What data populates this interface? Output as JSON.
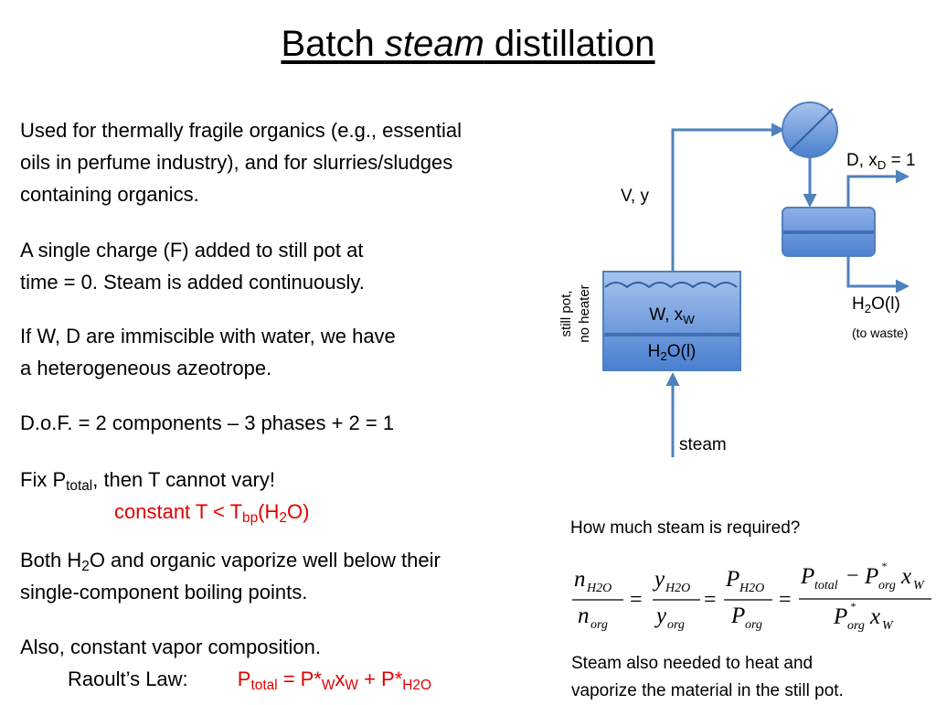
{
  "title": {
    "prefix": "Batch ",
    "italic": "steam",
    "suffix": " distillation"
  },
  "bullets": {
    "b1": {
      "line1": "Used for thermally fragile organics (e.g., essential",
      "line2": "oils in perfume industry), and for slurries/sludges",
      "line3": "containing organics."
    },
    "b2": {
      "line1": "A single charge (F) added to still pot at",
      "line2": "time = 0. Steam is added continuously."
    },
    "b3": {
      "line1": "If W, D are immiscible with water, we have",
      "line2": "a heterogeneous azeotrope."
    },
    "b4": {
      "line1": "D.o.F. = 2 components – 3 phases + 2 = 1"
    },
    "b5": {
      "pre": "Fix P",
      "sub": "total",
      "post": ", then T cannot vary!",
      "red_pre": "constant T < T",
      "red_sub": "bp",
      "red_mid": "(H",
      "red_sub2": "2",
      "red_post": "O)"
    },
    "b6": {
      "pre": "Both H",
      "sub": "2",
      "post": "O and organic vaporize well below their",
      "line2": "single-component boiling points."
    },
    "b7": {
      "line1": "Also, constant vapor composition.",
      "law_label": "Raoult’s Law:",
      "law_p": "P",
      "law_psub": "total",
      "law_mid": " = P*",
      "law_wsub": "W",
      "law_x": "x",
      "law_xsub": "W",
      "law_plus": " + P*",
      "law_h2o": "H2O"
    }
  },
  "diagram": {
    "vapor_label": "V, y",
    "distillate": {
      "pre": "D, x",
      "sub": "D",
      "post": " = 1"
    },
    "water_out": {
      "pre": "H",
      "sub": "2",
      "post": "O(l)"
    },
    "water_note": "(to waste)",
    "still_label_1": "still pot,",
    "still_label_2": "no heater",
    "organic_layer": {
      "pre": "W, x",
      "sub": "W"
    },
    "water_layer": {
      "pre": "H",
      "sub": "2",
      "post": "O(l)"
    },
    "steam_label": "steam",
    "line_color": "#4f81bd",
    "fill_color": "#5b8fd9"
  },
  "question": "How much steam is required?",
  "equation": {
    "n": "n",
    "y": "y",
    "P": "P",
    "x": "x",
    "h2o": "H2O",
    "org": "org",
    "total": "total",
    "w": "W",
    "star": "*",
    "eq": "=",
    "minus": "−"
  },
  "note": {
    "line1": "Steam also needed to heat and",
    "line2": "vaporize the material in the still pot."
  }
}
